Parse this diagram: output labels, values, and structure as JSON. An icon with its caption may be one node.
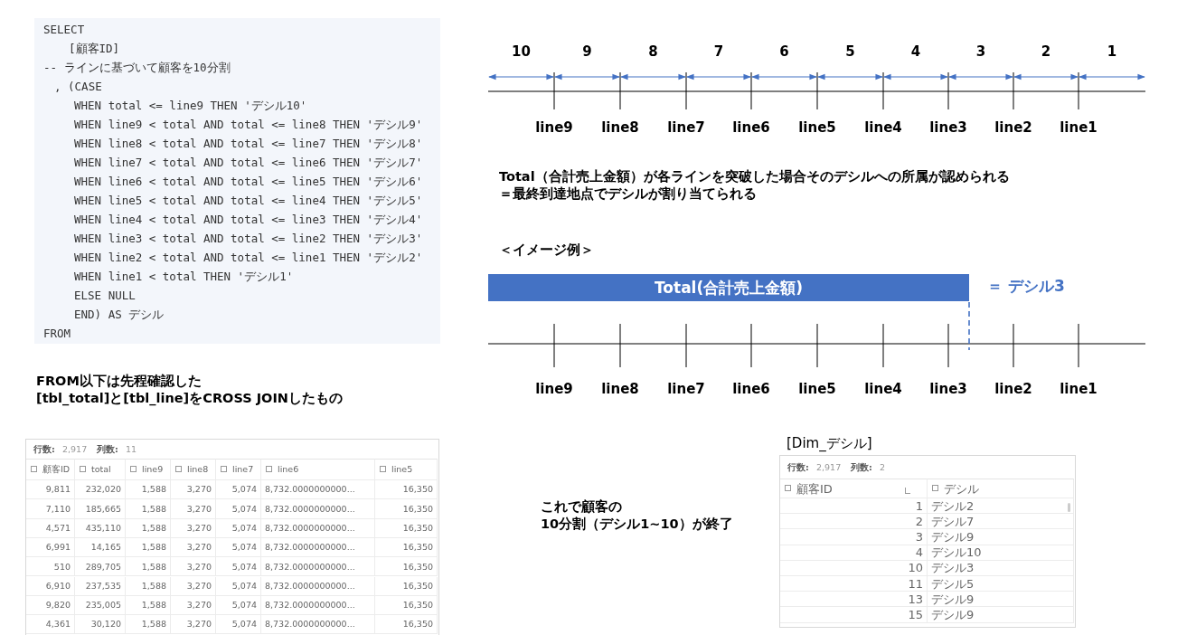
{
  "diagram": {
    "nodes": [
      {
        "text": [
          "SELECT",
          "[顧客ID]",
          "-- ラインに基づいて顧客を10分割",
          ", (CASE",
          "WHEN total <= line9 THEN 'デシル10'",
          "WHEN line9 < total AND total <= line8 THEN 'デシル9'",
          "WHEN line8 < total AND total <= line7 THEN 'デシル8'",
          "WHEN line7 < total AND total <= line6 THEN 'デシル7'",
          "WHEN line6 < total AND total <= line5 THEN 'デシル6'",
          "WHEN line5 < total AND total <= line4 THEN 'デシル5'",
          "WHEN line4 < total AND total <= line3 THEN 'デシル4'",
          "WHEN line3 < total AND total <= line2 THEN 'デシル3'",
          "WHEN line2 < total AND total <= line1 THEN 'デシル2'",
          "WHEN line1 < total THEN 'デシル1'",
          "ELSE NULL",
          "END) AS デシル",
          "FROM"
        ]
      },
      {
        "text": [
          "Total(合計売上金額)"
        ],
        "beside": [
          "＝ デシル3"
        ]
      }
    ],
    "labels": [
      "10",
      "9",
      "8",
      "7",
      "6",
      "5",
      "4",
      "3",
      "2",
      "1",
      "line9",
      "line8",
      "line7",
      "line6",
      "line5",
      "line4",
      "line3",
      "line2",
      "line1",
      "Total（合計売上金額）が各ラインを突破した場合そのデシルへの所属が認められる",
      "＝最終到達地点でデシルが割り当てられる",
      "＜イメージ例＞",
      "line9",
      "line8",
      "line7",
      "line6",
      "line5",
      "line4",
      "line3",
      "line2",
      "line1",
      "FROM以下は先程確認した",
      "[tbl_total]と[tbl_line]をCROSS JOINしたもの",
      "[Dim_デシル]",
      "これで顧客の",
      "10分割（デシル1~10）が終了",
      "行数:",
      "2,917",
      "列数:",
      "11",
      "顧客ID",
      "total",
      "line9",
      "line8",
      "line7",
      "line6",
      "line5",
      "9,811",
      "232,020",
      "1,588",
      "3,270",
      "5,074",
      "8,732.0000000000...",
      "16,350",
      "7,110",
      "185,665",
      "1,588",
      "3,270",
      "5,074",
      "8,732.0000000000...",
      "16,350",
      "4,571",
      "435,110",
      "1,588",
      "3,270",
      "5,074",
      "8,732.0000000000...",
      "16,350",
      "6,991",
      "14,165",
      "1,588",
      "3,270",
      "5,074",
      "8,732.0000000000...",
      "16,350",
      "510",
      "289,705",
      "1,588",
      "3,270",
      "5,074",
      "8,732.0000000000...",
      "16,350",
      "6,910",
      "237,535",
      "1,588",
      "3,270",
      "5,074",
      "8,732.0000000000...",
      "16,350",
      "9,820",
      "235,005",
      "1,588",
      "3,270",
      "5,074",
      "8,732.0000000000...",
      "16,350",
      "4,361",
      "30,120",
      "1,588",
      "3,270",
      "5,074",
      "8,732.0000000000...",
      "16,350",
      "行数:",
      "2,917",
      "列数:",
      "2",
      "顧客ID",
      "デシル",
      "1",
      "デシル2",
      "2",
      "デシル7",
      "3",
      "デシル9",
      "4",
      "デシル10",
      "10",
      "デシル3",
      "11",
      "デシル5",
      "13",
      "デシル9",
      "15",
      "デシル9"
    ]
  }
}
